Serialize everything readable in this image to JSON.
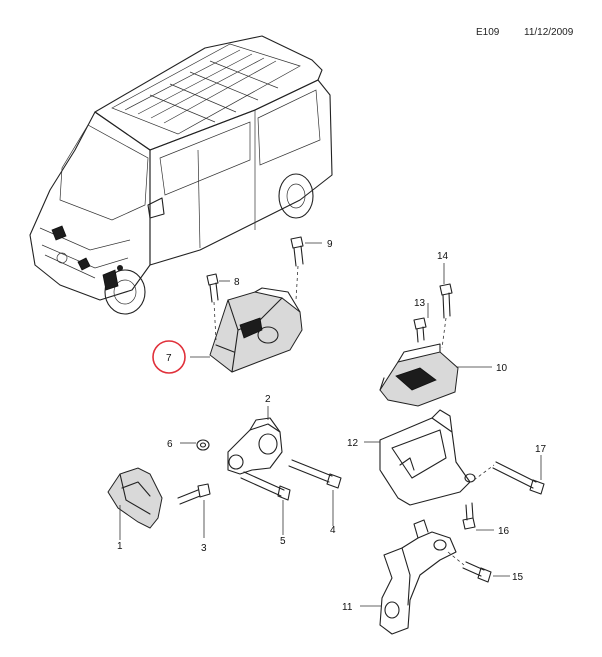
{
  "header": {
    "code": "E109",
    "date": "11/12/2009"
  },
  "callouts": {
    "c1": "1",
    "c2": "2",
    "c3": "3",
    "c4": "4",
    "c5": "5",
    "c6": "6",
    "c7": "7",
    "c8": "8",
    "c9": "9",
    "c10": "10",
    "c11": "11",
    "c12": "12",
    "c13": "13",
    "c14": "14",
    "c15": "15",
    "c16": "16",
    "c17": "17"
  },
  "highlight": {
    "callout": "7",
    "color": "#e0303a"
  }
}
